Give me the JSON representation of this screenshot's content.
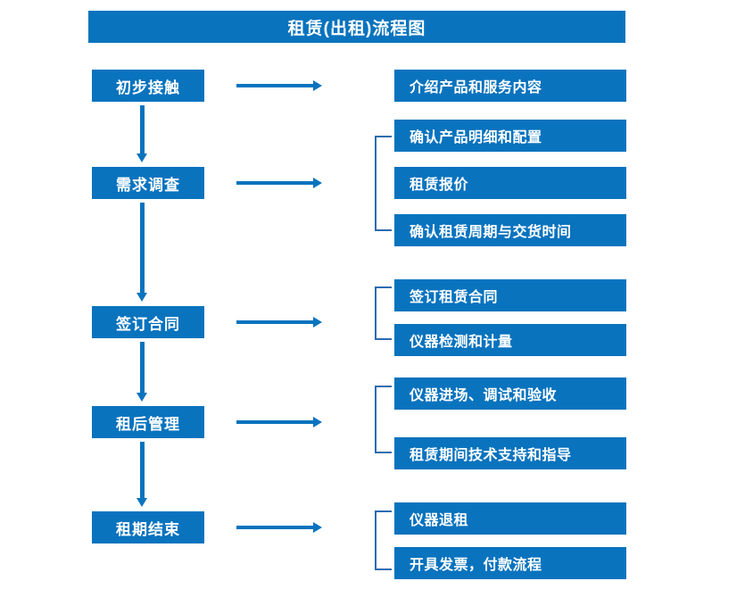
{
  "diagram": {
    "title": "租赁(出租)流程图",
    "accent_color": "#0973be",
    "bracket_color": "#2b6cb0",
    "text_color": "#ffffff",
    "background_color": "#ffffff"
  },
  "stages": [
    {
      "label": "初步接触"
    },
    {
      "label": "需求调查"
    },
    {
      "label": "签订合同"
    },
    {
      "label": "租后管理"
    },
    {
      "label": "租期结束"
    }
  ],
  "task_groups": [
    {
      "stage": "初步接触",
      "bracketed": false,
      "tasks": [
        {
          "label": "介绍产品和服务内容"
        }
      ]
    },
    {
      "stage": "需求调查",
      "bracketed": true,
      "tasks": [
        {
          "label": "确认产品明细和配置"
        },
        {
          "label": "租赁报价"
        },
        {
          "label": "确认租赁周期与交货时间"
        }
      ]
    },
    {
      "stage": "签订合同",
      "bracketed": true,
      "tasks": [
        {
          "label": "签订租赁合同"
        },
        {
          "label": "仪器检测和计量"
        }
      ]
    },
    {
      "stage": "租后管理",
      "bracketed": true,
      "tasks": [
        {
          "label": "仪器进场、调试和验收"
        },
        {
          "label": "租赁期间技术支持和指导"
        }
      ]
    },
    {
      "stage": "租期结束",
      "bracketed": true,
      "tasks": [
        {
          "label": "仪器退租"
        },
        {
          "label": "开具发票，付款流程"
        }
      ]
    }
  ],
  "connectors": {
    "down_arrow_label": "流程向下箭头",
    "right_arrow_label": "流程向右箭头"
  }
}
